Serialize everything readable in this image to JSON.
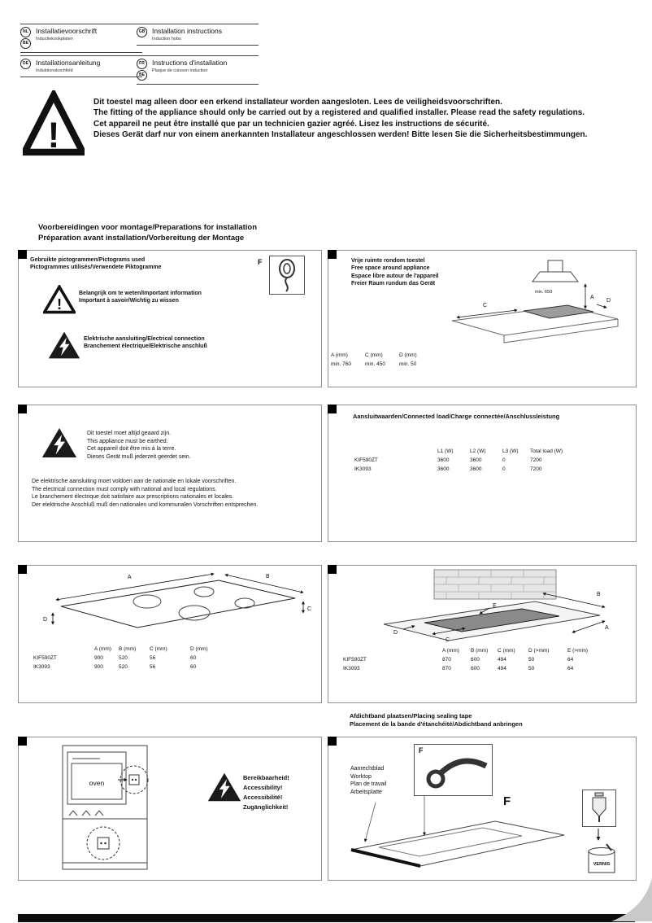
{
  "colors": {
    "footer_bar": "#0d0d0d",
    "page_curl": "#c9c9c9"
  },
  "header": {
    "blocks": [
      {
        "codes": [
          "NL",
          "BE"
        ],
        "title": "Installatievoorschrift",
        "subtitle": "Inductiekookplaten"
      },
      {
        "codes": [
          "DE"
        ],
        "title": "Installationsanleitung",
        "subtitle": "Induktionskochfeld"
      },
      {
        "codes": [
          "GB"
        ],
        "title": "Installation instructions",
        "subtitle": "Induction hobs"
      },
      {
        "codes": [
          "FR",
          "BE"
        ],
        "title": "Instructions d'installation",
        "subtitle": "Plaque de cuisson induction"
      }
    ]
  },
  "warning": {
    "lines": [
      "Dit toestel mag alleen door een erkend installateur worden aangesloten. Lees de veiligheidsvoorschriften.",
      "The fitting of the appliance should only be carried out by a registered and qualified installer. Please read the safety regulations.",
      "Cet appareil ne peut être installé que par un technicien gazier agréé. Lisez les instructions de sécurité.",
      "Dieses Gerät darf nur von einem anerkannten Installateur angeschlossen werden! Bitte lesen Sie die Sicherheitsbestimmungen."
    ]
  },
  "section_title": {
    "line1": "Voorbereidingen voor montage/Preparations for installation",
    "line2": "Préparation avant installation/Vorbereitung der Montage"
  },
  "pictograms": {
    "title1": "Gebruikte pictogrammen/Pictograms used",
    "title2": "Pictogrammes utilisés/Verwendete Piktogramme",
    "f_label": "F",
    "item1_line1": "Belangrijk om te weten/Important information",
    "item1_line2": "Important à savoir/Wichtig zu wissen",
    "item2_line1": "Elektrische aansluiting/Electrical connection",
    "item2_line2": "Branchement électrique/Elektrische anschluß"
  },
  "free_space": {
    "title_lines": [
      "Vrije ruimte rondom toestel",
      "Free space around appliance",
      "Espace libre autour de l'appareil",
      "Freier Raum rundum das Gerät"
    ],
    "labels": {
      "a": "A",
      "c": "C",
      "d": "D",
      "min": "min. 650"
    },
    "table": {
      "headers": [
        "A (mm)",
        "C (mm)",
        "D (mm)"
      ],
      "values": [
        "min. 760",
        "min. 450",
        "min. 50"
      ]
    }
  },
  "earthing": {
    "lines": [
      "Dit toestel moet altijd geaard zijn.",
      "This appliance must be earthed.",
      "Cet appareil doit être mis à la terre.",
      "Dieses Gerät muß jederzeit geerdet sein."
    ],
    "paragraph": [
      "De elektrische aansluiting moet voldoen aan de nationale en lokale voorschriften.",
      "The electrical connection must comply with national and local regulations.",
      "Le branchement électrique doit satisfaire aux prescriptions nationales et locales.",
      "Der elektrische Anschluß muß den nationalen und kommunalen Vorschriften entsprechen."
    ]
  },
  "connected_load": {
    "title": "Aansluitwaarden/Connected load/Charge connectée/Anschlussleistung",
    "headers": [
      "L1 (W)",
      "L2 (W)",
      "L3 (W)",
      "Total load (W)"
    ],
    "rows": [
      {
        "model": "KIF590ZT",
        "values": [
          "3600",
          "3600",
          "0",
          "7200"
        ]
      },
      {
        "model": "IK3093",
        "values": [
          "3600",
          "3600",
          "0",
          "7200"
        ]
      }
    ]
  },
  "hob_dimensions": {
    "labels": {
      "a": "A",
      "b": "B",
      "c": "C",
      "d": "D"
    },
    "table": {
      "headers": [
        "A (mm)",
        "B (mm)",
        "C (mm)",
        "D (mm)"
      ],
      "rows": [
        {
          "model": "KIF590ZT",
          "values": [
            "900",
            "520",
            "56",
            "60"
          ]
        },
        {
          "model": "IK3093",
          "values": [
            "900",
            "520",
            "56",
            "60"
          ]
        }
      ]
    }
  },
  "cutout": {
    "labels": {
      "a": "A",
      "b": "B",
      "c": "C",
      "d": "D",
      "e": "E"
    },
    "table": {
      "headers": [
        "A (mm)",
        "B (mm)",
        "C (mm)",
        "D (>mm)",
        "E (>mm)"
      ],
      "rows": [
        {
          "model": "KIF590ZT",
          "values": [
            "870",
            "600",
            "494",
            "50",
            "64"
          ]
        },
        {
          "model": "IK3093",
          "values": [
            "870",
            "600",
            "494",
            "50",
            "64"
          ]
        }
      ]
    }
  },
  "accessibility": {
    "oven_label": "oven",
    "lines": [
      "Bereikbaarheid!",
      "Accessibility!",
      "Accessibilité!",
      "Zugänglichkeit!"
    ]
  },
  "sealing_tape": {
    "title1": "Afdichtband plaatsen/Placing sealing tape",
    "title2": "Placement de la bande d'étanchéité/Abdichtband anbringen",
    "worktop_lines": [
      "Aanrechtblad",
      "Worktop",
      "Plan de travail",
      "Arbeitsplatte"
    ],
    "f_label": "F",
    "f_large": "F",
    "can_label": "VERNIS"
  }
}
